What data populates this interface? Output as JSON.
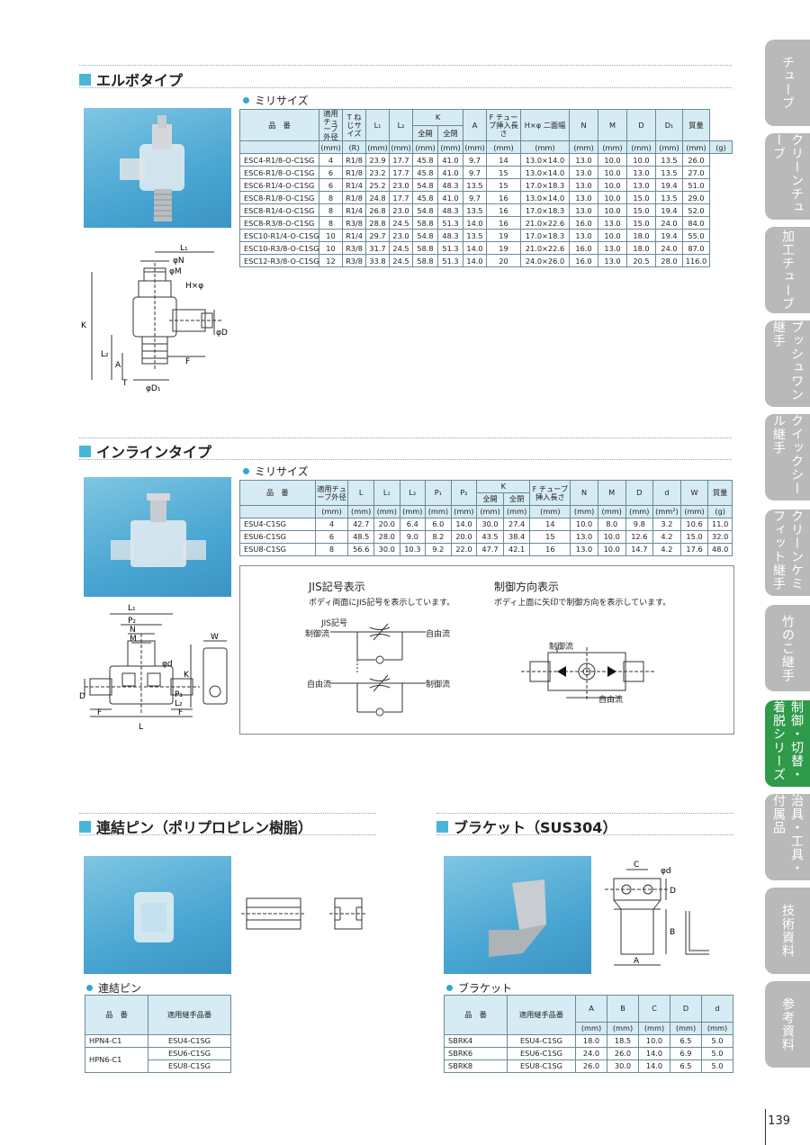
{
  "colors": {
    "accent": "#49b6d8",
    "tab": "#b9b9b9",
    "tab_active": "#2f9a4a",
    "header_bg": "#d6ebf3"
  },
  "tabs": [
    {
      "label": "チューブ",
      "active": false
    },
    {
      "label": "クリーンチューブ",
      "active": false
    },
    {
      "label": "加工チューブ",
      "active": false
    },
    {
      "label": "プッシュワン継手",
      "active": false
    },
    {
      "label": "クイックシール継手",
      "active": false
    },
    {
      "label": "クリーンケミフィット継手",
      "active": false
    },
    {
      "label": "竹のこ継手",
      "active": false
    },
    {
      "label": "制御・切替・着脱シリーズ",
      "active": true
    },
    {
      "label": "治具・工具・付属品",
      "active": false
    },
    {
      "label": "技術資料",
      "active": false
    },
    {
      "label": "参考資料",
      "active": false
    }
  ],
  "elbow": {
    "title": "エルボタイプ",
    "subtitle": "ミリサイズ",
    "headers": {
      "part": "品　番",
      "tube": "適用チューブ外径",
      "t": "T ねじサイズ",
      "l1": "L₁",
      "l2": "L₂",
      "k": "K",
      "k_full": "全開",
      "k_close": "全閉",
      "a": "A",
      "f": "F チューブ挿入長さ",
      "hphi": "H×φ 二面幅",
      "n": "N",
      "m": "M",
      "d": "D",
      "d1": "D₁",
      "mass": "質量"
    },
    "units": [
      "(mm)",
      "(R)",
      "(mm)",
      "(mm)",
      "(mm)",
      "(mm)",
      "(mm)",
      "(mm)",
      "(mm)",
      "(mm)",
      "(mm)",
      "(mm)",
      "(mm)",
      "(mm)",
      "(g)"
    ],
    "rows": [
      [
        "ESC4-R1/8-O-C1SG",
        "4",
        "R1/8",
        "23.9",
        "17.7",
        "45.8",
        "41.0",
        "9.7",
        "14",
        "13.0×14.0",
        "13.0",
        "10.0",
        "10.0",
        "13.5",
        "26.0"
      ],
      [
        "ESC6-R1/8-O-C1SG",
        "6",
        "R1/8",
        "23.2",
        "17.7",
        "45.8",
        "41.0",
        "9.7",
        "15",
        "13.0×14.0",
        "13.0",
        "10.0",
        "13.0",
        "13.5",
        "27.0"
      ],
      [
        "ESC6-R1/4-O-C1SG",
        "6",
        "R1/4",
        "25.2",
        "23.0",
        "54.8",
        "48.3",
        "13.5",
        "15",
        "17.0×18.3",
        "13.0",
        "10.0",
        "13.0",
        "19.4",
        "51.0"
      ],
      [
        "ESC8-R1/8-O-C1SG",
        "8",
        "R1/8",
        "24.8",
        "17.7",
        "45.8",
        "41.0",
        "9.7",
        "16",
        "13.0×14.0",
        "13.0",
        "10.0",
        "15.0",
        "13.5",
        "29.0"
      ],
      [
        "ESC8-R1/4-O-C1SG",
        "8",
        "R1/4",
        "26.8",
        "23.0",
        "54.8",
        "48.3",
        "13.5",
        "16",
        "17.0×18.3",
        "13.0",
        "10.0",
        "15.0",
        "19.4",
        "52.0"
      ],
      [
        "ESC8-R3/8-O-C1SG",
        "8",
        "R3/8",
        "28.8",
        "24.5",
        "58.8",
        "51.3",
        "14.0",
        "16",
        "21.0×22.6",
        "16.0",
        "13.0",
        "15.0",
        "24.0",
        "84.0"
      ],
      [
        "ESC10-R1/4-O-C1SG",
        "10",
        "R1/4",
        "29.7",
        "23.0",
        "54.8",
        "48.3",
        "13.5",
        "19",
        "17.0×18.3",
        "13.0",
        "10.0",
        "18.0",
        "19.4",
        "55.0"
      ],
      [
        "ESC10-R3/8-O-C1SG",
        "10",
        "R3/8",
        "31.7",
        "24.5",
        "58.8",
        "51.3",
        "14.0",
        "19",
        "21.0×22.6",
        "16.0",
        "13.0",
        "18.0",
        "24.0",
        "87.0"
      ],
      [
        "ESC12-R3/8-O-C1SG",
        "12",
        "R3/8",
        "33.8",
        "24.5",
        "58.8",
        "51.3",
        "14.0",
        "20",
        "24.0×26.0",
        "16.0",
        "13.0",
        "20.5",
        "28.0",
        "116.0"
      ]
    ],
    "dims": {
      "l1": "L₁",
      "n": "φN",
      "m": "φM",
      "hphi": "H×φ",
      "k": "K",
      "l2": "L₂",
      "a": "A",
      "f": "F",
      "d": "φD",
      "t": "T",
      "d1": "φD₁"
    }
  },
  "inline": {
    "title": "インラインタイプ",
    "subtitle": "ミリサイズ",
    "headers": {
      "part": "品　番",
      "tube": "適用チューブ外径",
      "l": "L",
      "l1": "L₁",
      "l2": "L₂",
      "p1": "P₁",
      "p2": "P₂",
      "k": "K",
      "k_full": "全開",
      "k_close": "全閉",
      "f": "F チューブ挿入長さ",
      "n": "N",
      "m": "M",
      "d": "D",
      "dd": "d",
      "w": "W",
      "mass": "質量"
    },
    "units": [
      "(mm)",
      "(mm)",
      "(mm)",
      "(mm)",
      "(mm)",
      "(mm)",
      "(mm)",
      "(mm)",
      "(mm)",
      "(mm)",
      "(mm)",
      "(mm)",
      "(mm²)",
      "(mm)",
      "(g)"
    ],
    "rows": [
      [
        "ESU4-C1SG",
        "4",
        "42.7",
        "20.0",
        "6.4",
        "6.0",
        "14.0",
        "30.0",
        "27.4",
        "14",
        "10.0",
        "8.0",
        "9.8",
        "3.2",
        "10.6",
        "11.0"
      ],
      [
        "ESU6-C1SG",
        "6",
        "48.5",
        "28.0",
        "9.0",
        "8.2",
        "20.0",
        "43.5",
        "38.4",
        "15",
        "13.0",
        "10.0",
        "12.6",
        "4.2",
        "15.0",
        "32.0"
      ],
      [
        "ESU8-C1SG",
        "8",
        "56.6",
        "30.0",
        "10.3",
        "9.2",
        "22.0",
        "47.7",
        "42.1",
        "16",
        "13.0",
        "10.0",
        "14.7",
        "4.2",
        "17.6",
        "48.0"
      ]
    ],
    "dims": {
      "l1": "L₁",
      "p2": "P₂",
      "n": "N",
      "m": "M",
      "d_small": "φd",
      "k": "K",
      "d": "D",
      "l2": "L₂",
      "p1": "P₁",
      "f": "F",
      "l": "L",
      "w": "W"
    }
  },
  "jis": {
    "title": "JIS記号表示",
    "desc": "ボディ両面にJIS記号を表示しています。",
    "label": "JIS記号",
    "ctrl": "制御流",
    "free": "自由流",
    "ctrl2": "制御流",
    "free2": "自由流"
  },
  "direction": {
    "title": "制御方向表示",
    "desc": "ボディ上面に矢印で制御方向を表示しています。",
    "ctrl": "制御流",
    "free": "自由流"
  },
  "pin": {
    "title": "連結ピン（ポリプロピレン樹脂）",
    "subtitle": "連結ピン",
    "headers": [
      "品　番",
      "適用継手品番"
    ],
    "rows": [
      [
        "HPN4-C1",
        "ESU4-C1SG"
      ],
      [
        "HPN6-C1",
        "ESU6-C1SG"
      ],
      [
        "",
        "ESU8-C1SG"
      ]
    ]
  },
  "bracket": {
    "title": "ブラケット（SUS304）",
    "subtitle": "ブラケット",
    "headers": [
      "品　番",
      "適用継手品番",
      "A",
      "B",
      "C",
      "D",
      "d"
    ],
    "units": [
      "(mm)",
      "(mm)",
      "(mm)",
      "(mm)",
      "(mm)"
    ],
    "rows": [
      [
        "SBRK4",
        "ESU4-C1SG",
        "18.0",
        "18.5",
        "10.0",
        "6.5",
        "5.0"
      ],
      [
        "SBRK6",
        "ESU6-C1SG",
        "24.0",
        "26.0",
        "14.0",
        "6.9",
        "5.0"
      ],
      [
        "SBRK8",
        "ESU8-C1SG",
        "26.0",
        "30.0",
        "14.0",
        "6.5",
        "5.0"
      ]
    ],
    "dims": {
      "c": "C",
      "d_small": "φd",
      "d": "D",
      "b": "B",
      "a": "A"
    }
  },
  "page_number": "139"
}
